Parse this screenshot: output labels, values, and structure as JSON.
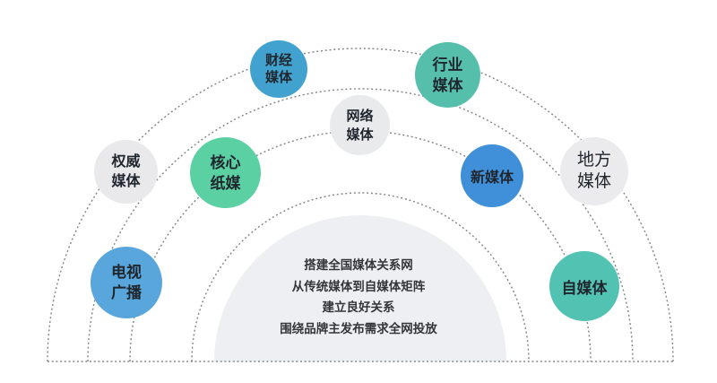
{
  "diagram": {
    "type": "concentric-orbit-diagram",
    "background": "#ffffff",
    "dash_color": "#8b8e92"
  },
  "center": {
    "fill": "#edeff2",
    "text_color": "#333639",
    "lines": [
      "搭建全国媒体关系网",
      "从传统媒体到自媒体矩阵",
      "建立良好关系",
      "围绕品牌主发布需求全网投放"
    ]
  },
  "nodes": [
    {
      "id": "caijing-media",
      "label": "财经媒体",
      "lines": [
        "财经",
        "媒体"
      ],
      "color": "#42a2cf"
    },
    {
      "id": "hangye-media",
      "label": "行业媒体",
      "lines": [
        "行业",
        "媒体"
      ],
      "color": "#56bfac"
    },
    {
      "id": "wangluo-media",
      "label": "网络媒体",
      "lines": [
        "网络",
        "媒体"
      ],
      "color": "#e9eaec"
    },
    {
      "id": "quanwei-media",
      "label": "权威媒体",
      "lines": [
        "权威",
        "媒体"
      ],
      "color": "#e9e9eb"
    },
    {
      "id": "hexin-zhimei",
      "label": "核心纸媒",
      "lines": [
        "核心",
        "纸媒"
      ],
      "color": "#5bd0a2"
    },
    {
      "id": "xin-media",
      "label": "新媒体",
      "lines": [
        "新媒体"
      ],
      "color": "#3f90d8"
    },
    {
      "id": "difang-media",
      "label": "地方媒体",
      "lines": [
        "地方",
        "媒体"
      ],
      "color": "#ebebed"
    },
    {
      "id": "dianshi-guangbo",
      "label": "电视广播",
      "lines": [
        "电视",
        "广播"
      ],
      "color": "#58a6db"
    },
    {
      "id": "zi-media",
      "label": "自媒体",
      "lines": [
        "自媒体"
      ],
      "color": "#52c2b2"
    }
  ]
}
